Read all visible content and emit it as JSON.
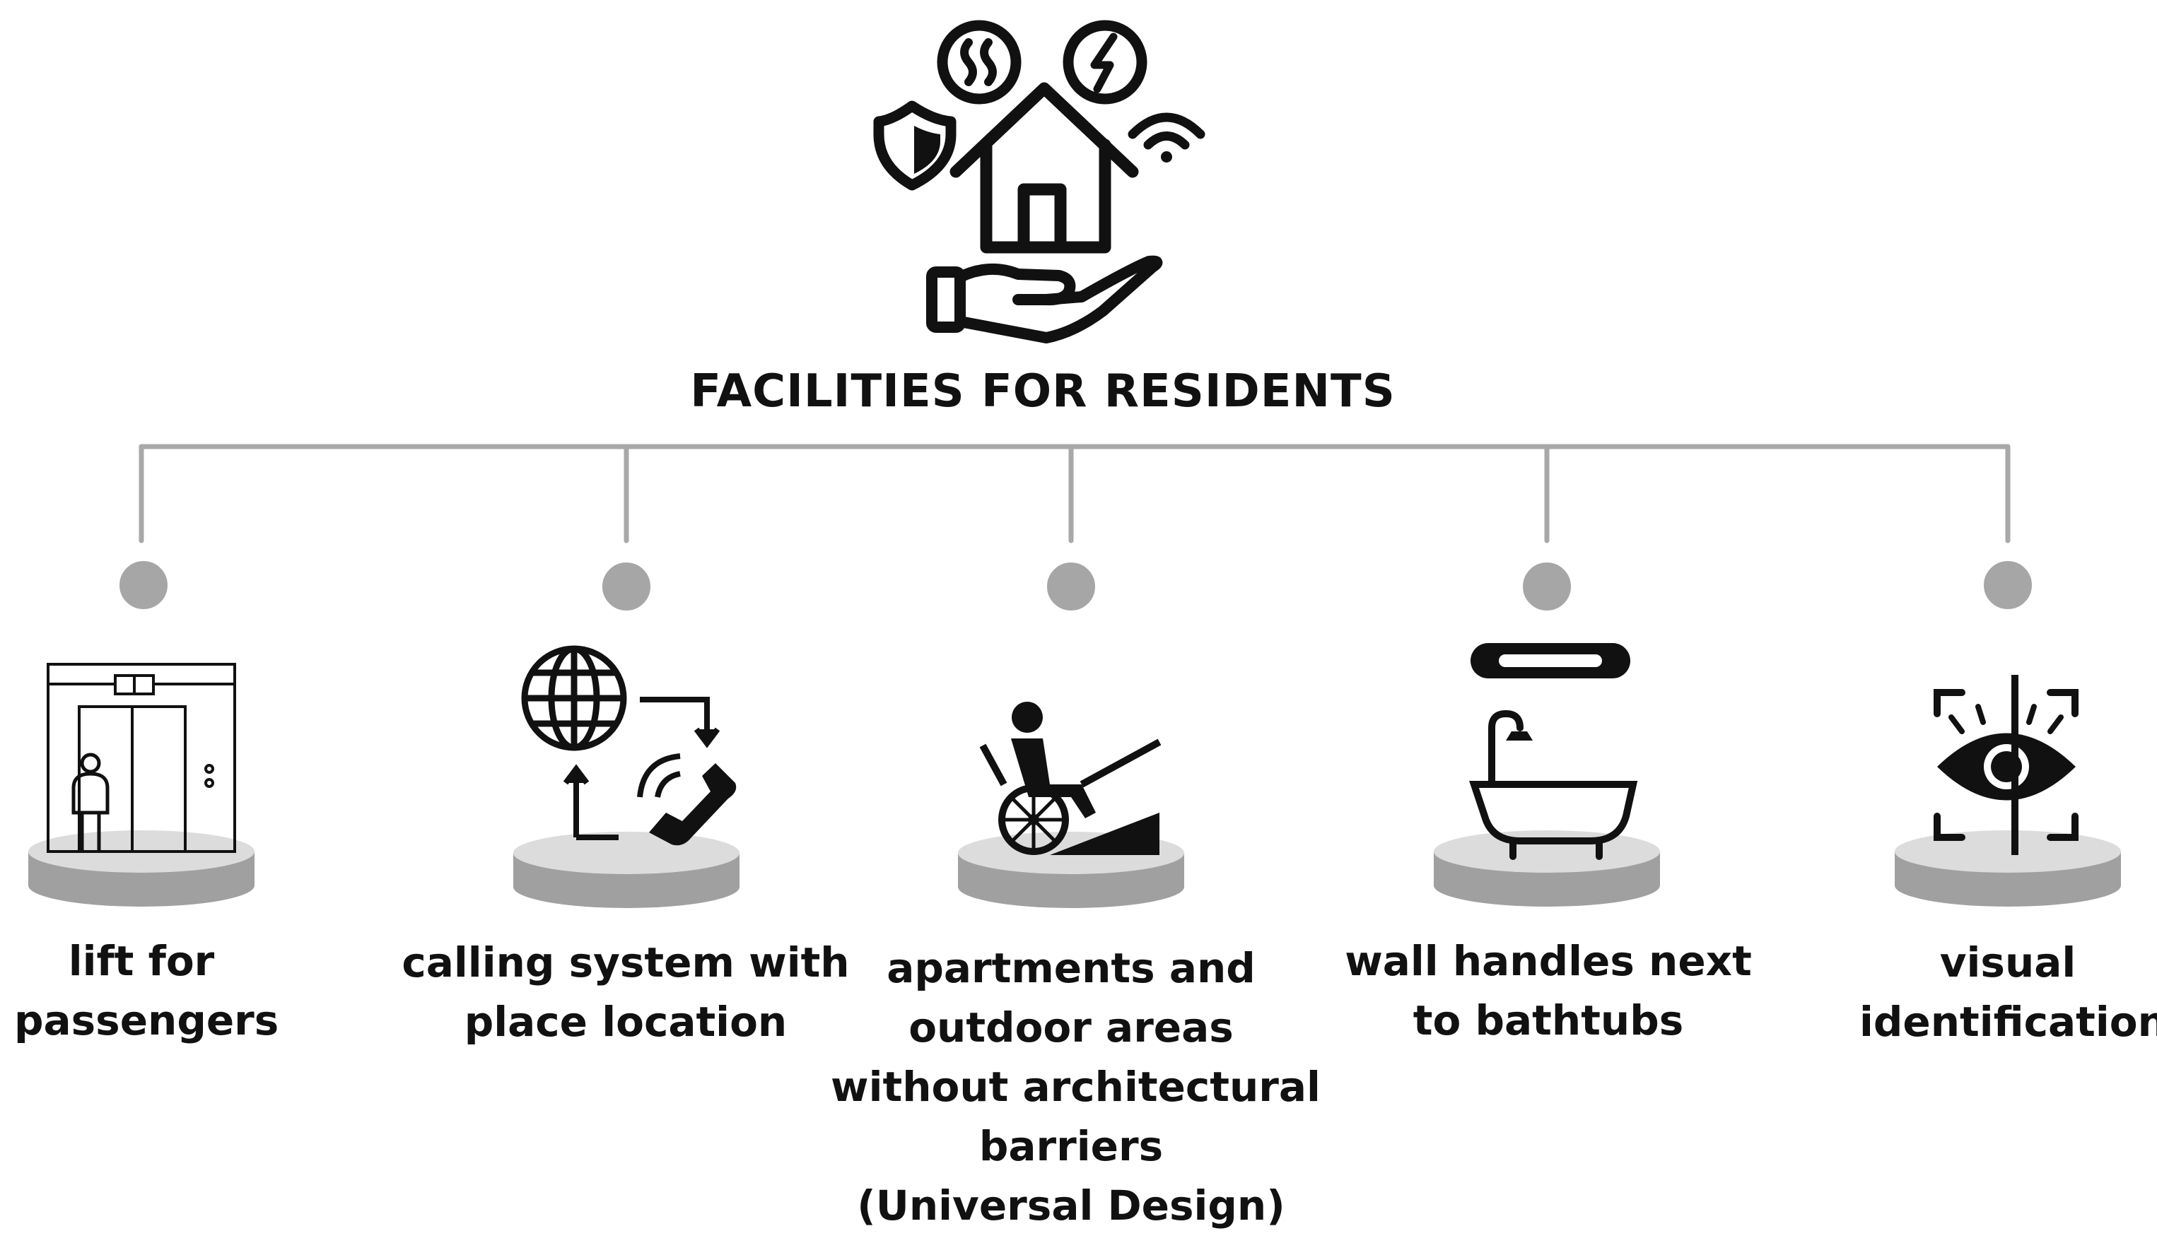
{
  "title": "FACILITIES FOR RESIDENTS",
  "colors": {
    "connector": "#a8a8a8",
    "node": "#a6a6a6",
    "pedestal_top": "#dcdcdc",
    "pedestal_side": "#a0a0a0",
    "icon": "#111111"
  },
  "header_icons": [
    "shield-icon",
    "heating-icon",
    "electricity-icon",
    "wifi-icon",
    "house-icon",
    "hand-icon"
  ],
  "facilities": [
    {
      "id": "lift",
      "icon": "elevator-icon",
      "label_lines": [
        "lift for",
        "passengers"
      ]
    },
    {
      "id": "calling",
      "icon": "globe-phone-icon",
      "label_lines": [
        "calling system with",
        "place location"
      ]
    },
    {
      "id": "barrier-free",
      "icon": "wheelchair-ramp-icon",
      "label_lines": [
        "apartments and",
        "outdoor areas",
        "without architectural",
        "barriers",
        "(Universal Design)"
      ]
    },
    {
      "id": "wall-handles",
      "icon": "bathtub-grab-bar-icon",
      "label_lines": [
        "wall handles next",
        "to bathtubs"
      ]
    },
    {
      "id": "visual",
      "icon": "eye-scan-icon",
      "label_lines": [
        "visual",
        "identification"
      ]
    }
  ]
}
